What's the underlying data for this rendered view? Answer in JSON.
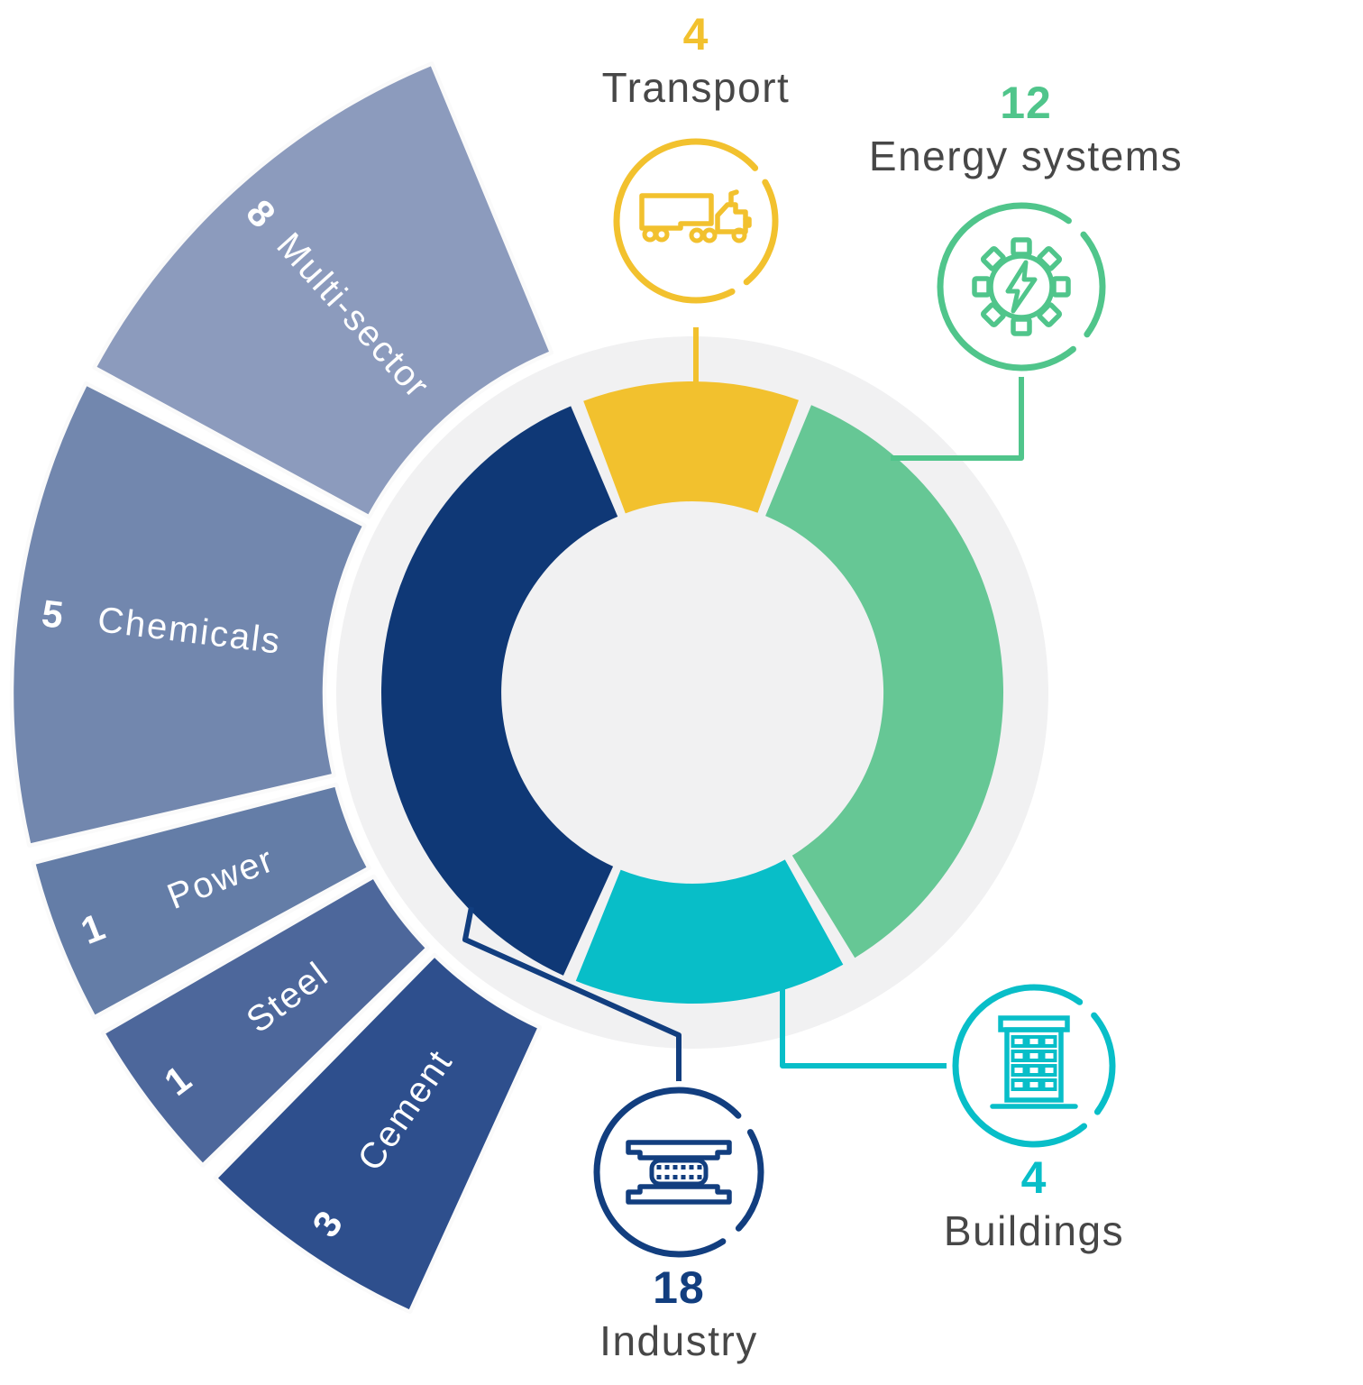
{
  "callouts": {
    "transport": {
      "value": "4",
      "label": "Transport",
      "accent": "#F2C12E",
      "icon": "truck-icon"
    },
    "energy_systems": {
      "value": "12",
      "label": "Energy systems",
      "accent": "#50C58B",
      "icon": "gear-lightning-icon"
    },
    "buildings": {
      "value": "4",
      "label": "Buildings",
      "accent": "#08BEC8",
      "icon": "building-icon"
    },
    "industry": {
      "value": "18",
      "label": "Industry",
      "accent": "#123E7F",
      "icon": "steel-beam-icon"
    }
  },
  "label_text_color": "#474747",
  "chart_data": {
    "type": "pie",
    "subtype": "donut-with-breakout",
    "title": "",
    "categories": [
      "Transport",
      "Energy systems",
      "Buildings",
      "Industry"
    ],
    "values": [
      4,
      12,
      4,
      18
    ],
    "colors": [
      "#F2C12E",
      "#66C795",
      "#08BEC8",
      "#0F3876"
    ],
    "backplate_color": "#F1F1F2",
    "legend_position": "callouts-around-donut",
    "breakout": {
      "parent": "Industry",
      "side": "left",
      "categories": [
        "Multi-sector",
        "Chemicals",
        "Power",
        "Steel",
        "Cement"
      ],
      "values": [
        8,
        5,
        1,
        1,
        3
      ],
      "colors": [
        "#8C9BBD",
        "#7287AE",
        "#647DA7",
        "#4D679B",
        "#2E4F8D"
      ],
      "text_color": "#FFFFFF"
    }
  }
}
